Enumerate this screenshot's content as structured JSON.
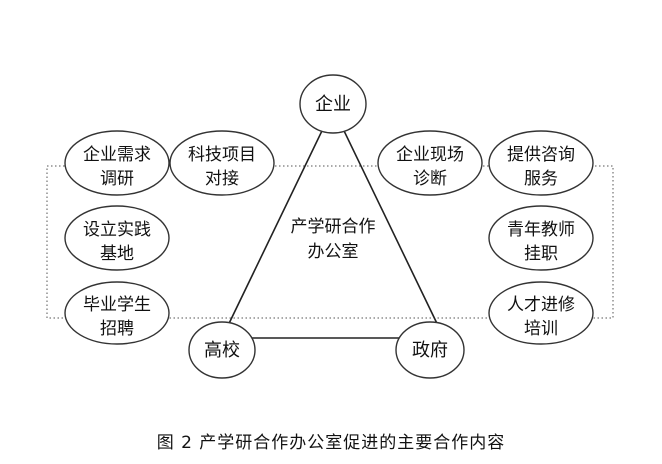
{
  "diagram": {
    "center": {
      "line1": "产学研合作",
      "line2": "办公室"
    },
    "vertices": {
      "top": "企业",
      "left": "高校",
      "right": "政府"
    },
    "left_items": [
      {
        "line1": "企业需求",
        "line2": "调研"
      },
      {
        "line1": "科技项目",
        "line2": "对接"
      },
      {
        "line1": "设立实践",
        "line2": "基地"
      },
      {
        "line1": "毕业学生",
        "line2": "招聘"
      }
    ],
    "right_items": [
      {
        "line1": "企业现场",
        "line2": "诊断"
      },
      {
        "line1": "提供咨询",
        "line2": "服务"
      },
      {
        "line1": "青年教师",
        "line2": "挂职"
      },
      {
        "line1": "人才进修",
        "line2": "培训"
      }
    ]
  },
  "caption": "图 2   产学研合作办公室促进的主要合作内容"
}
